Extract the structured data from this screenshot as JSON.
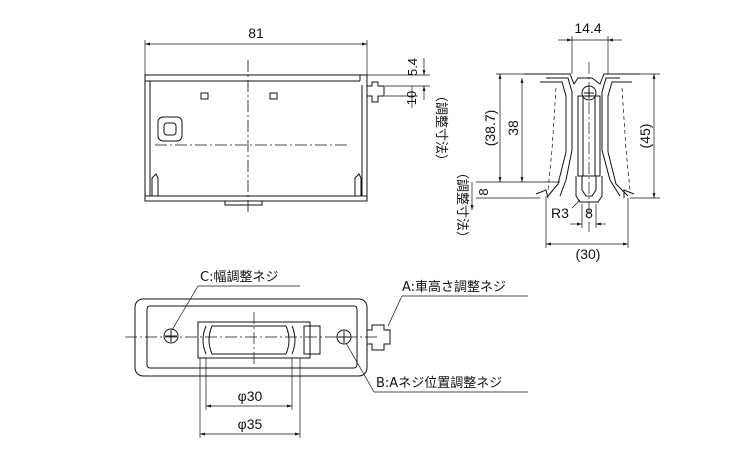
{
  "drawing": {
    "front_view": {
      "width_dim": "81",
      "pin_dim": "5.4",
      "adjust_dim": "10",
      "adjust_note": "（調整寸法）"
    },
    "side_view": {
      "top_dim": "14.4",
      "dim_38_7": "(38.7)",
      "dim_38": "38",
      "dim_45": "(45)",
      "adjust_dim": "8",
      "adjust_note": "（調整寸法）",
      "radius": "R3",
      "groove_dim": "8",
      "base_dim": "(30)"
    },
    "plan_view": {
      "callout_c": "C:幅調整ネジ",
      "callout_a": "A:車高さ調整ネジ",
      "callout_b": "B:Aネジ位置調整ネジ",
      "dia_30": "φ30",
      "dia_35": "φ35"
    }
  }
}
